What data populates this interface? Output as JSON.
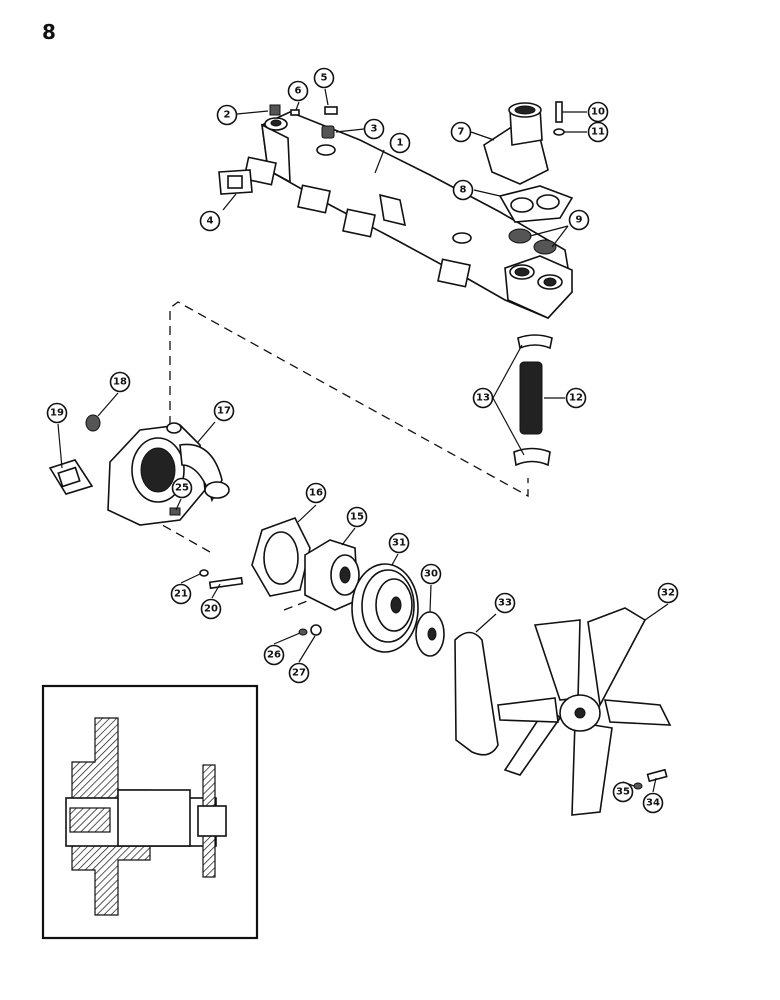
{
  "page": {
    "number": "8"
  },
  "callouts": [
    {
      "id": "1",
      "label": "1"
    },
    {
      "id": "2",
      "label": "2"
    },
    {
      "id": "3",
      "label": "3"
    },
    {
      "id": "4",
      "label": "4"
    },
    {
      "id": "5",
      "label": "5"
    },
    {
      "id": "6",
      "label": "6"
    },
    {
      "id": "7",
      "label": "7"
    },
    {
      "id": "8",
      "label": "8"
    },
    {
      "id": "9",
      "label": "9"
    },
    {
      "id": "10",
      "label": "10"
    },
    {
      "id": "11",
      "label": "11"
    },
    {
      "id": "12",
      "label": "12"
    },
    {
      "id": "13",
      "label": "13"
    },
    {
      "id": "15",
      "label": "15"
    },
    {
      "id": "16",
      "label": "16"
    },
    {
      "id": "17",
      "label": "17"
    },
    {
      "id": "18",
      "label": "18"
    },
    {
      "id": "19",
      "label": "19"
    },
    {
      "id": "20",
      "label": "20"
    },
    {
      "id": "21",
      "label": "21"
    },
    {
      "id": "25",
      "label": "25"
    },
    {
      "id": "26",
      "label": "26"
    },
    {
      "id": "27",
      "label": "27"
    },
    {
      "id": "30",
      "label": "30"
    },
    {
      "id": "31",
      "label": "31"
    },
    {
      "id": "32",
      "label": "32"
    },
    {
      "id": "33",
      "label": "33"
    },
    {
      "id": "34",
      "label": "34"
    },
    {
      "id": "35",
      "label": "35"
    }
  ]
}
